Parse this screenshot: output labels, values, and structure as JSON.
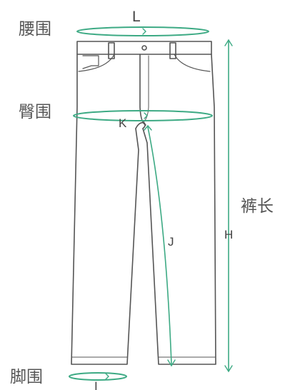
{
  "labels": {
    "waist": "腰围",
    "hip": "臀围",
    "length": "裤长",
    "hem": "脚围"
  },
  "letters": {
    "waist": "L",
    "hip": "K",
    "inseam": "J",
    "length": "H",
    "hem": "I"
  },
  "colors": {
    "measure": "#3daa84",
    "outline": "#555555",
    "text": "#555555"
  }
}
